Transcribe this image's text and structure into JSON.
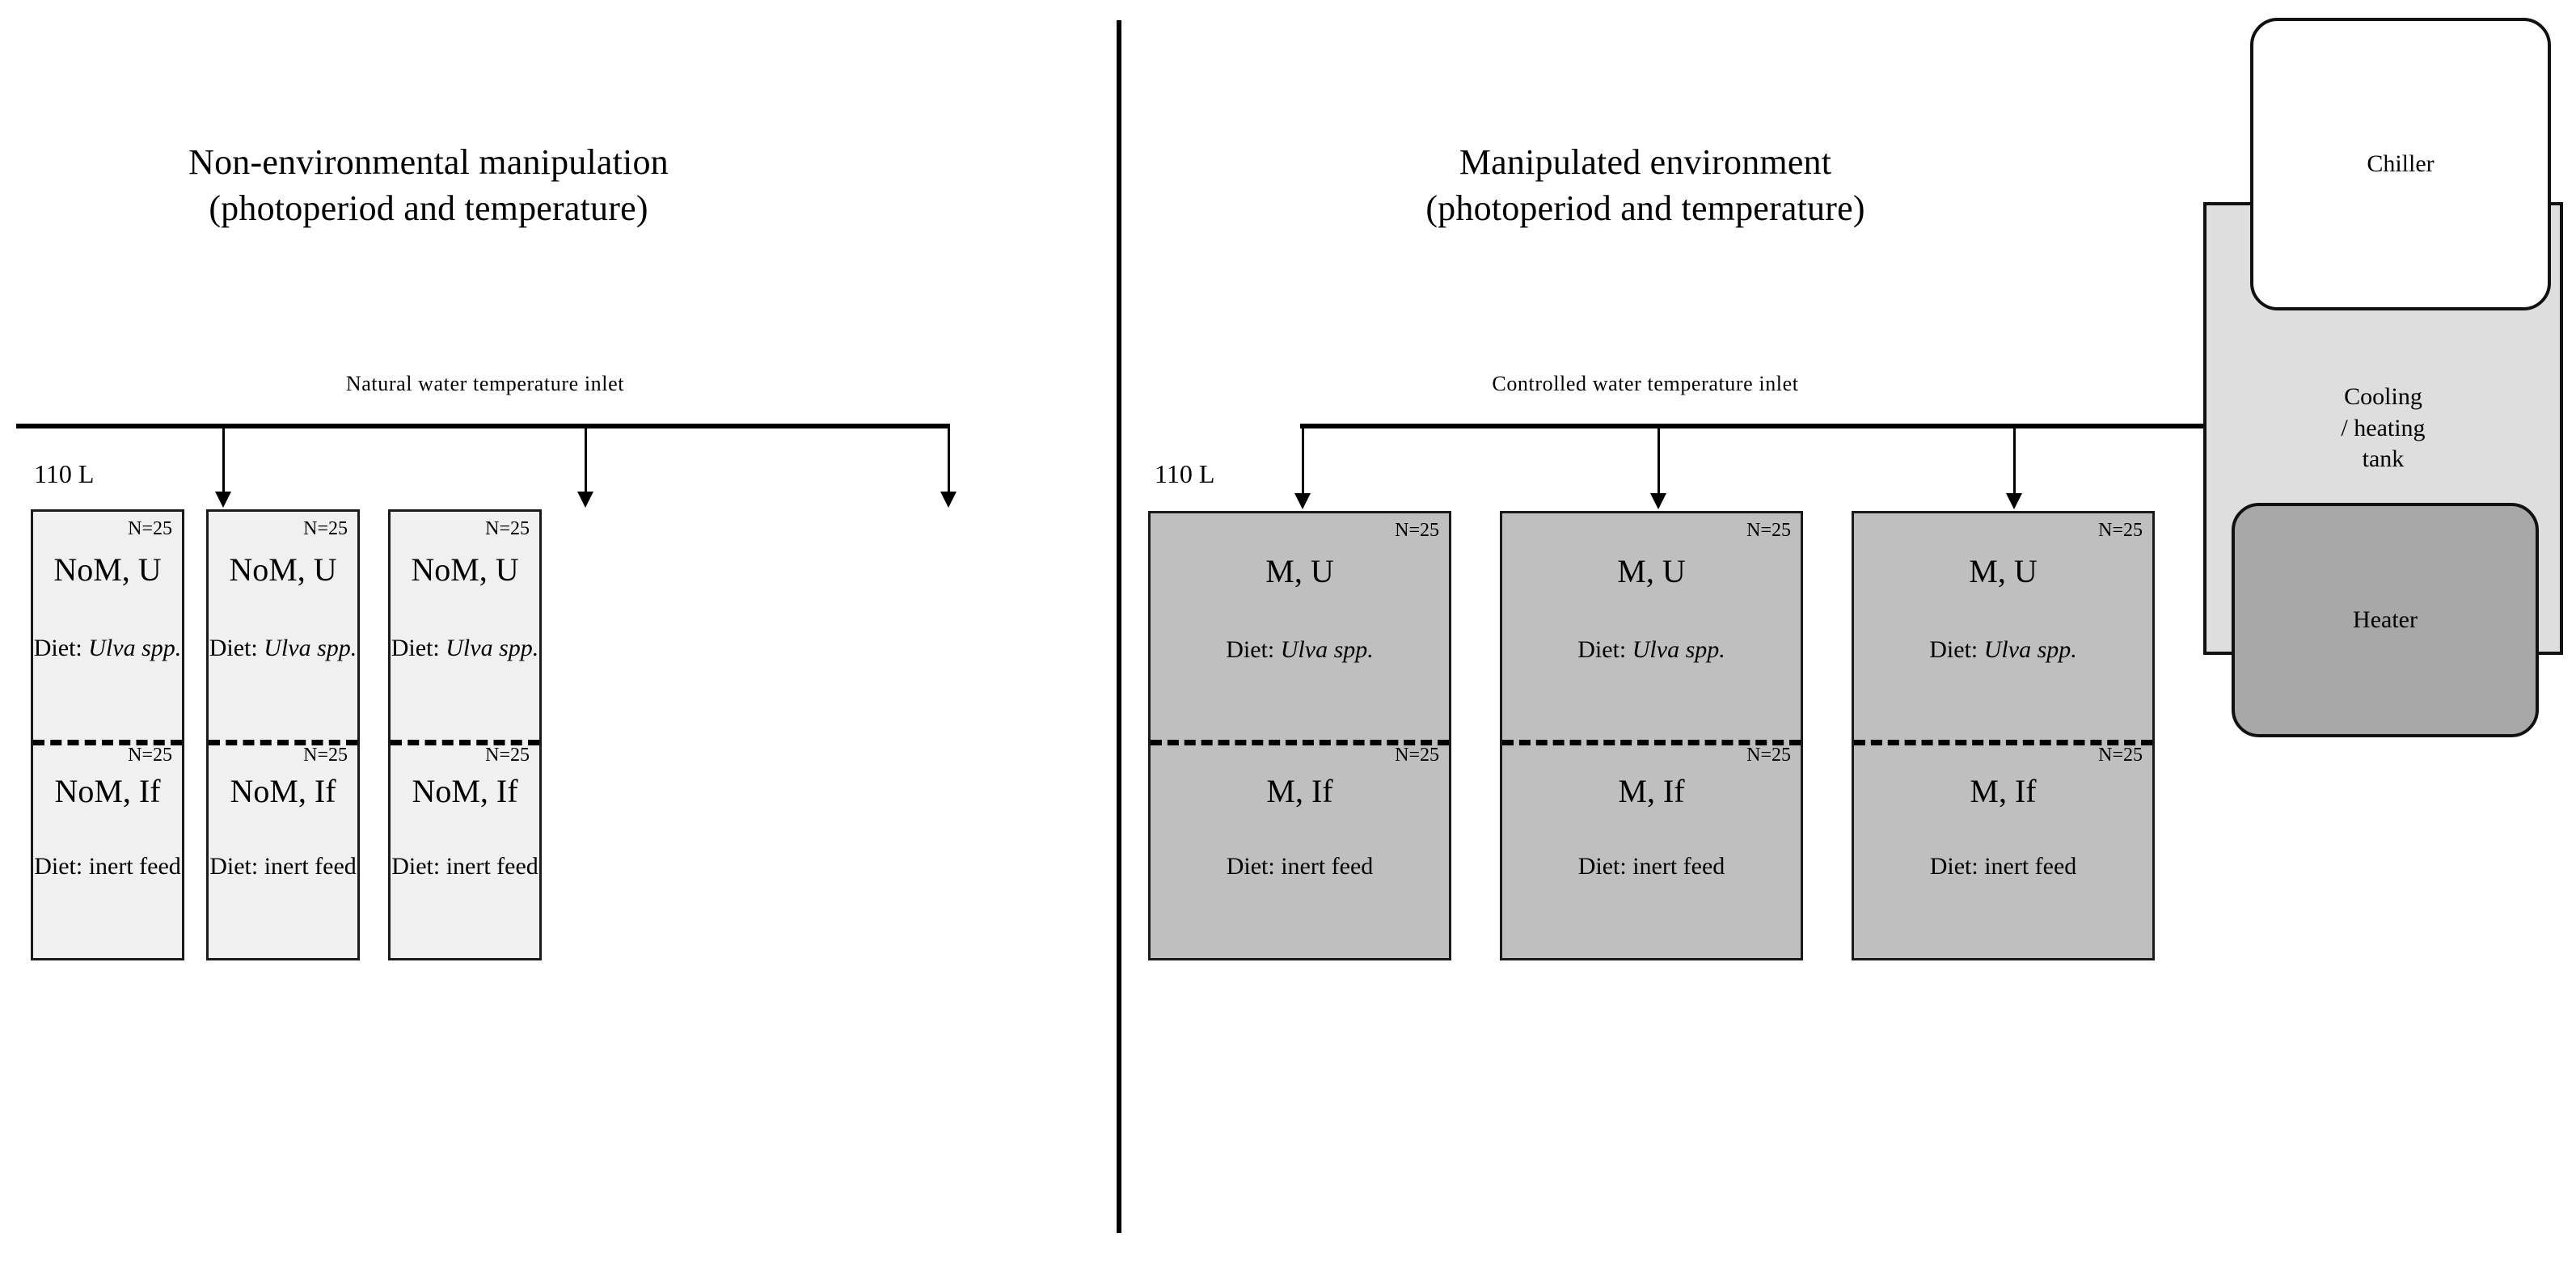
{
  "panels": [
    {
      "id": "left",
      "title_line1": "Non-environmental manipulation",
      "title_line2": "(photoperiod and temperature)",
      "inlet_label": "Natural  water  temperature  inlet",
      "volume_label": "110 L",
      "tank_fill": "#f0f0f0",
      "tanks": [
        {
          "top": {
            "n": "N=25",
            "group": "NoM, U",
            "diet_prefix": "Diet: ",
            "diet_value": "Ulva spp.",
            "diet_italic": true
          },
          "bottom": {
            "n": "N=25",
            "group": "NoM, If",
            "diet_prefix": "Diet: ",
            "diet_value": "inert feed",
            "diet_italic": false
          }
        },
        {
          "top": {
            "n": "N=25",
            "group": "NoM, U",
            "diet_prefix": "Diet: ",
            "diet_value": "Ulva spp.",
            "diet_italic": true
          },
          "bottom": {
            "n": "N=25",
            "group": "NoM, If",
            "diet_prefix": "Diet: ",
            "diet_value": "inert feed",
            "diet_italic": false
          }
        },
        {
          "top": {
            "n": "N=25",
            "group": "NoM, U",
            "diet_prefix": "Diet: ",
            "diet_value": "Ulva spp.",
            "diet_italic": true
          },
          "bottom": {
            "n": "N=25",
            "group": "NoM, If",
            "diet_prefix": "Diet: ",
            "diet_value": "inert feed",
            "diet_italic": false
          }
        }
      ]
    },
    {
      "id": "right",
      "title_line1": "Manipulated environment",
      "title_line2": "(photoperiod and temperature)",
      "inlet_label": "Controlled  water  temperature  inlet",
      "volume_label": "110 L",
      "tank_fill": "#bfbfbf",
      "tanks": [
        {
          "top": {
            "n": "N=25",
            "group": "M, U",
            "diet_prefix": "Diet: ",
            "diet_value": "Ulva spp.",
            "diet_italic": true
          },
          "bottom": {
            "n": "N=25",
            "group": "M, If",
            "diet_prefix": "Diet: ",
            "diet_value": "inert feed",
            "diet_italic": false
          }
        },
        {
          "top": {
            "n": "N=25",
            "group": "M, U",
            "diet_prefix": "Diet: ",
            "diet_value": "Ulva spp.",
            "diet_italic": true
          },
          "bottom": {
            "n": "N=25",
            "group": "M, If",
            "diet_prefix": "Diet: ",
            "diet_value": "inert feed",
            "diet_italic": false
          }
        },
        {
          "top": {
            "n": "N=25",
            "group": "M, U",
            "diet_prefix": "Diet: ",
            "diet_value": "Ulva spp.",
            "diet_italic": true
          },
          "bottom": {
            "n": "N=25",
            "group": "M, If",
            "diet_prefix": "Diet: ",
            "diet_value": "inert feed",
            "diet_italic": false
          }
        }
      ]
    }
  ],
  "equipment": {
    "chiller": "Chiller",
    "cooling_tank_line1": "Cooling",
    "cooling_tank_line2": "/ heating",
    "cooling_tank_line3": "tank",
    "heater": "Heater",
    "chiller_fill": "#ffffff",
    "cooling_tank_fill": "#dedede",
    "heater_fill": "#a8a8a8"
  }
}
